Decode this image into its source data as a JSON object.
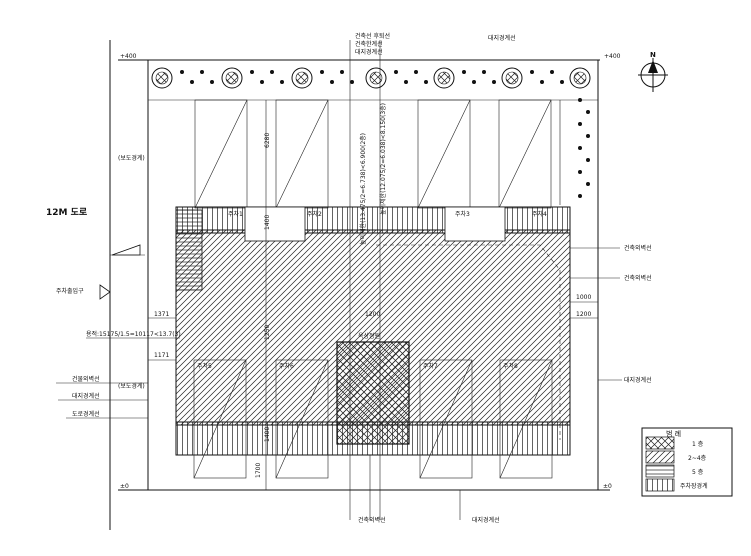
{
  "road_label": "12M 도로",
  "level_markers": {
    "top_left": "+400",
    "top_right": "+400",
    "bottom_left": "±0",
    "bottom_right": "±0"
  },
  "top_labels": {
    "stack": [
      "건축선 후퇴선",
      "건축한계선",
      "대지경계선"
    ],
    "right": "대지경계선"
  },
  "vertical_labels": [
    "높이제한(13.475/2=6.738)<6.900(2층)",
    "높이제한(12.075/2=6.038)<8.150(3층)"
  ],
  "left_labels": {
    "sidewalk_top": "(보도경계)",
    "entrance": "주차출입구",
    "setback_line": "용적:15175/1.5=10117<13.7(3)",
    "building_line": "건물외벽선",
    "sidewalk_mid": "(보도경계)",
    "site_line": "대지경계선",
    "road_line": "도로경계선"
  },
  "right_labels": {
    "upper": "건축외벽선",
    "middle": "건축외벽선",
    "site": "대지경계선"
  },
  "bottom_labels": {
    "center": "건축외벽선",
    "right": "대지경계선"
  },
  "dimensions": {
    "d6280": "6280",
    "d1400a": "1400",
    "d1250": "1250",
    "d1400b": "1400",
    "d1700": "1700",
    "d1371": "1371",
    "d1171": "1171",
    "d1000": "1000",
    "d1200": "1200",
    "dmid": "1200"
  },
  "parking_labels": [
    "주차1",
    "주차2",
    "주차3",
    "주차4",
    "주차5",
    "주차6",
    "주차7",
    "주차8"
  ],
  "roof_label": "옥상정원",
  "legend": {
    "title": "범 례",
    "items": [
      {
        "label": "1 층"
      },
      {
        "label": "2~4층"
      },
      {
        "label": "5 층"
      },
      {
        "label": "주차장경계"
      }
    ]
  },
  "north_label": "N"
}
